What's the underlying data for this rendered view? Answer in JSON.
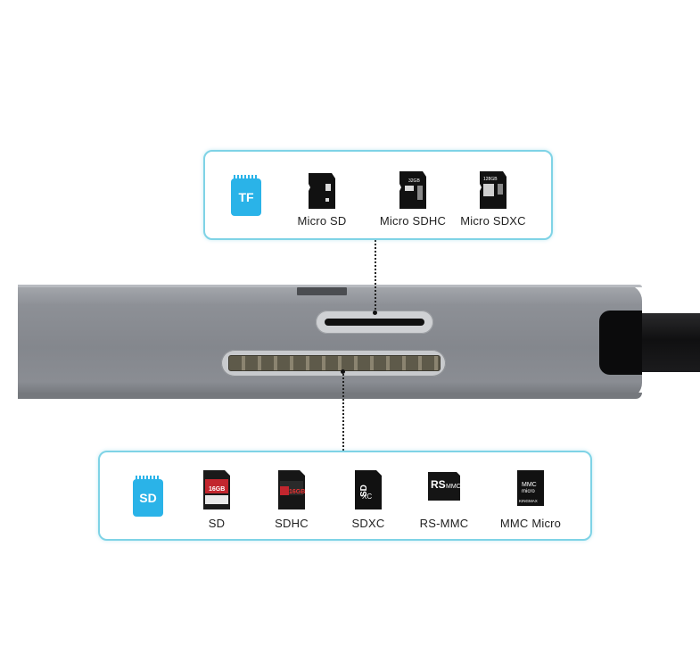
{
  "top_panel": {
    "badge": "TF",
    "items": [
      {
        "label": "Micro SD"
      },
      {
        "label": "Micro SDHC"
      },
      {
        "label": "Micro SDXC"
      }
    ]
  },
  "bottom_panel": {
    "badge": "SD",
    "items": [
      {
        "label": "SD"
      },
      {
        "label": "SDHC"
      },
      {
        "label": "SDXC"
      },
      {
        "label": "RS-MMC"
      },
      {
        "label": "MMC Micro"
      }
    ]
  },
  "card_texts": {
    "micro_sdhc": "32GB",
    "micro_sdxc": "128GB",
    "sd": "16GB",
    "sdhc": "16GB",
    "rs_mmc": "RS",
    "rs_mmc_sub": "MMC",
    "mmc_micro_top": "MMC",
    "mmc_micro_bottom": "micro",
    "mmc_micro_brand": "KINGMAX"
  },
  "colors": {
    "accent": "#2ab3e8",
    "panel_border": "#7fd3e6",
    "hub_gray": "#8a8d93"
  }
}
